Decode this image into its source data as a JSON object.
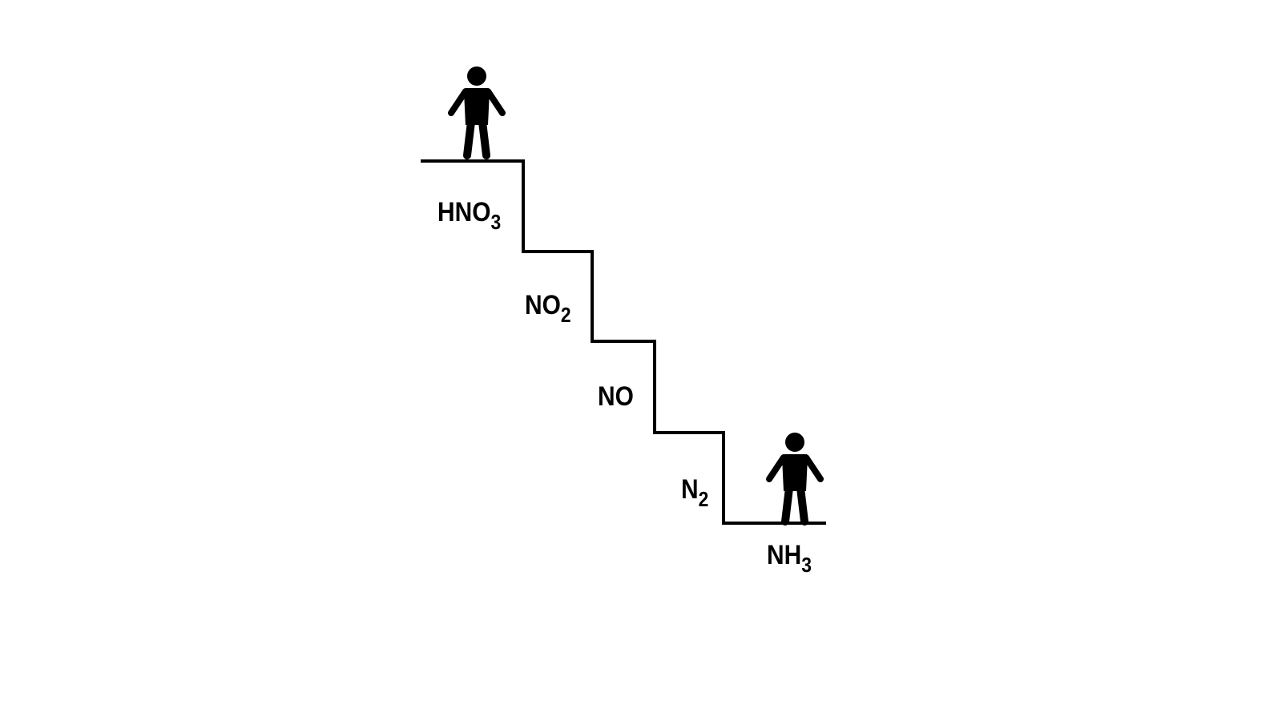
{
  "diagram": {
    "colors": {
      "background": "#ffffff",
      "ink": "#000000"
    },
    "icons": {
      "top_figure": "person-icon",
      "bottom_figure": "person-icon"
    },
    "steps": [
      {
        "id": "hno3",
        "base": "HNO",
        "sub": "3"
      },
      {
        "id": "no2",
        "base": "NO",
        "sub": "2"
      },
      {
        "id": "no",
        "base": "NO",
        "sub": ""
      },
      {
        "id": "n2",
        "base": "N",
        "sub": "2"
      },
      {
        "id": "nh3",
        "base": "NH",
        "sub": "3"
      }
    ]
  }
}
